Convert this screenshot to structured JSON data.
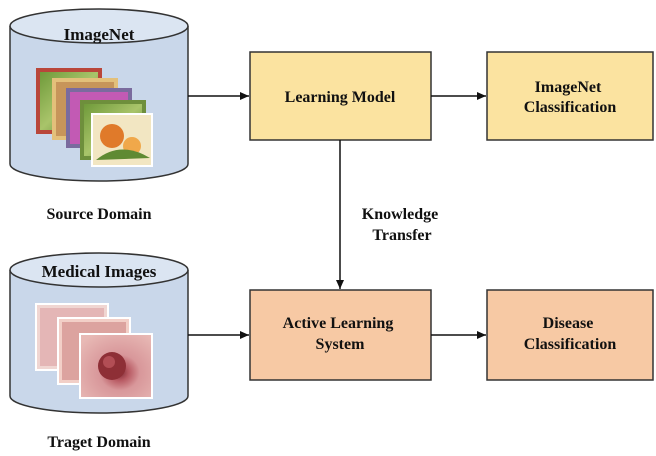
{
  "source_db": {
    "title": "ImageNet",
    "caption": "Source Domain"
  },
  "target_db": {
    "title": "Medical Images",
    "caption": "Traget Domain"
  },
  "boxes": {
    "learning_model": [
      "Learning Model"
    ],
    "imagenet_classification": [
      "ImageNet",
      "Classification"
    ],
    "active_learning": [
      "Active Learning",
      "System"
    ],
    "disease_classification": [
      "Disease",
      "Classification"
    ]
  },
  "edge_label": [
    "Knowledge",
    "Transfer"
  ],
  "colors": {
    "cylinder_fill": "#c9d7ea",
    "cylinder_top": "#dbe5f2",
    "top_box_fill": "#fbe3a0",
    "bottom_box_fill": "#f7c9a4",
    "stroke": "#333333"
  }
}
